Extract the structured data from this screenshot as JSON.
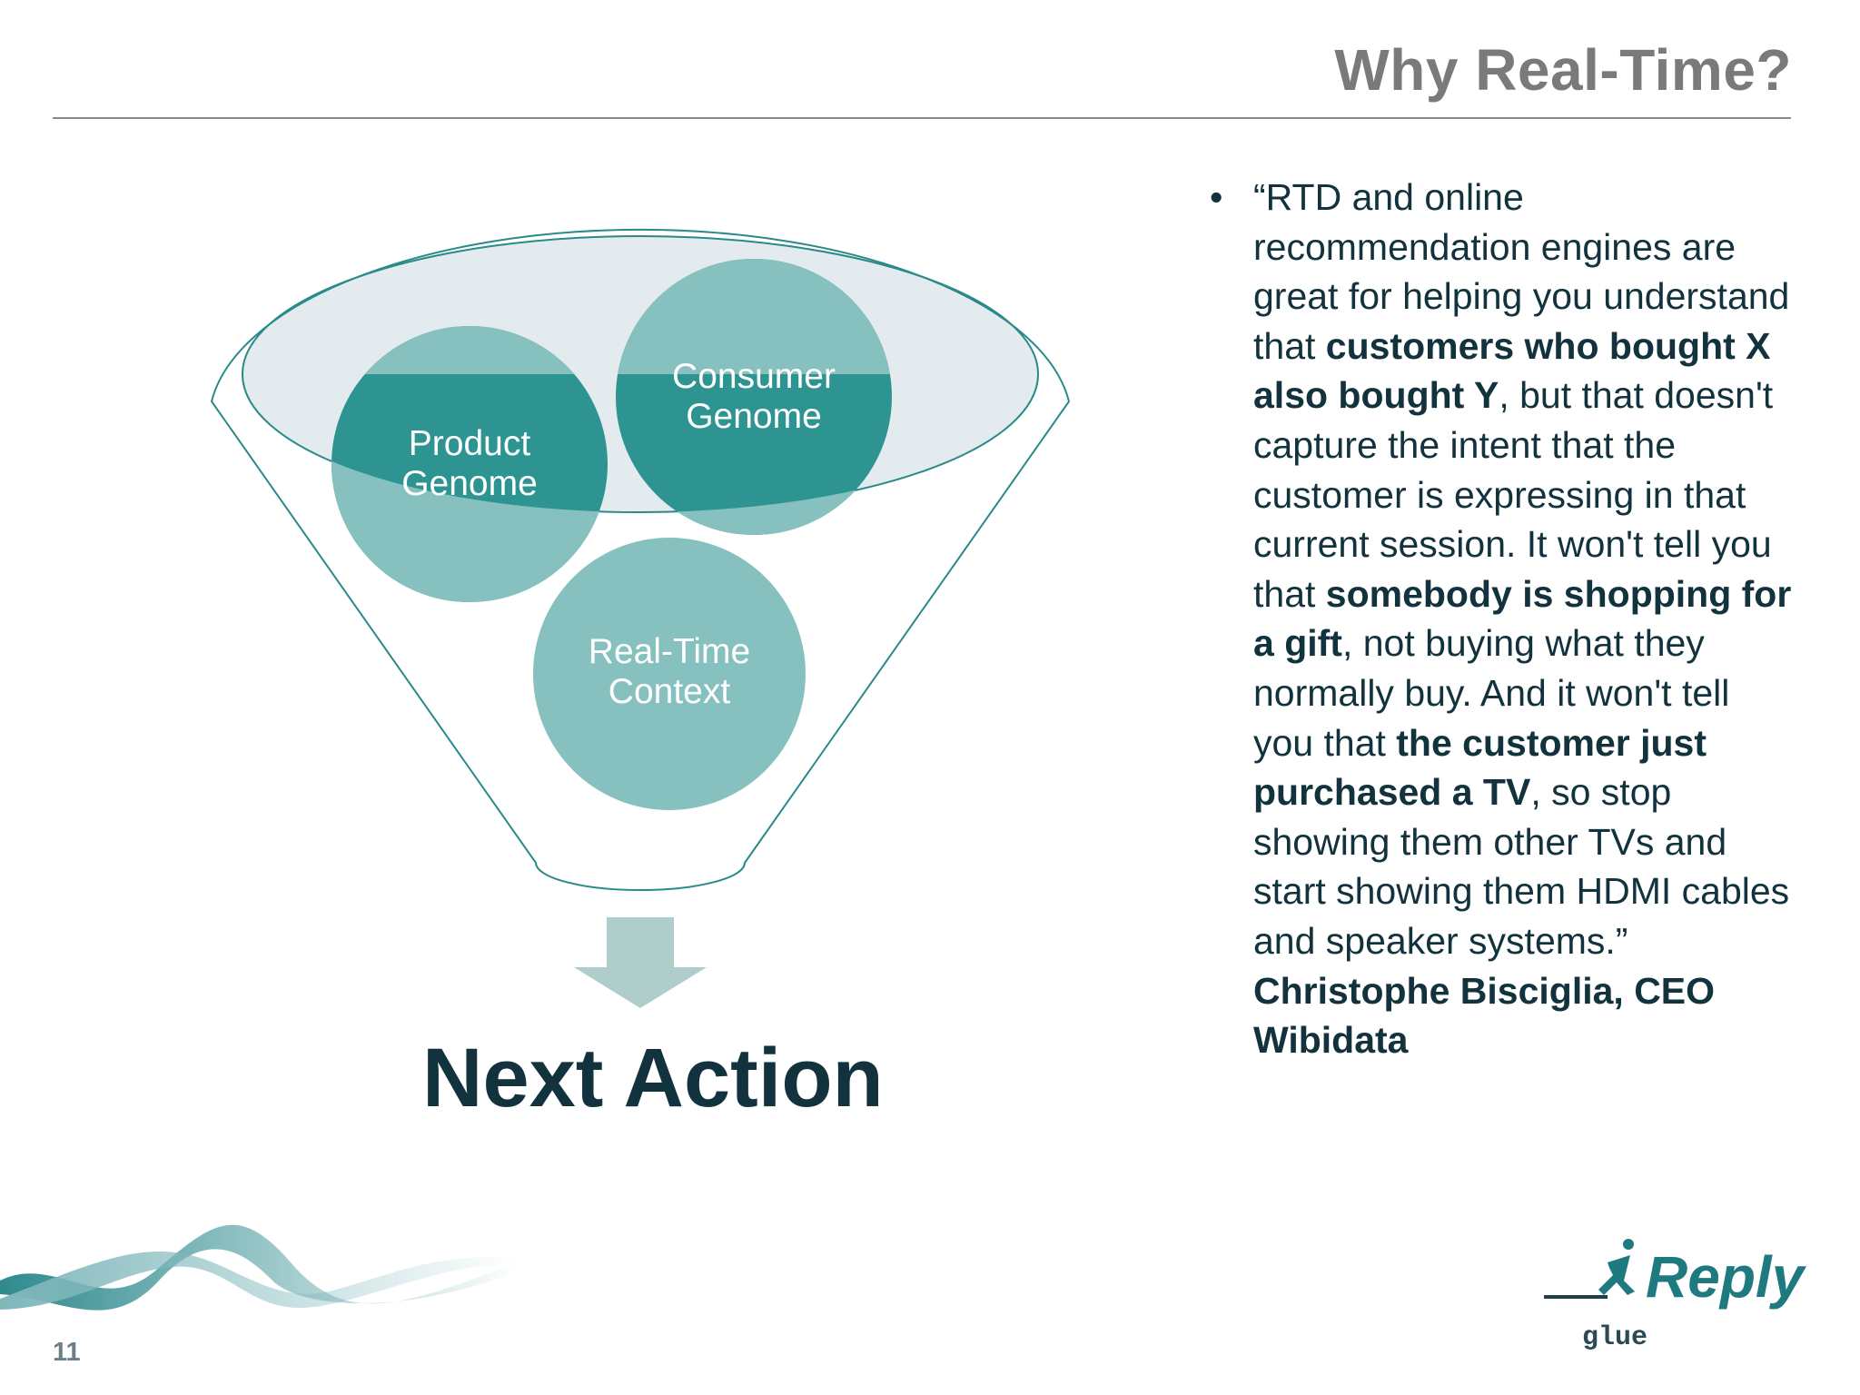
{
  "slide": {
    "title": "Why Real-Time?",
    "page_number": "11"
  },
  "diagram": {
    "circles": [
      {
        "label_line1": "Product",
        "label_line2": "Genome"
      },
      {
        "label_line1": "Consumer",
        "label_line2": "Genome"
      },
      {
        "label_line1": "Real-Time",
        "label_line2": "Context"
      }
    ],
    "result": "Next Action"
  },
  "quote": {
    "bullet": "•",
    "segments": [
      "“RTD and online recommendation engines are great for helping you understand that ",
      "customers who bought X also bought Y",
      ", but that doesn't capture the intent that the customer is expressing in that current session. It won't tell you that ",
      "somebody is shopping for a gift",
      ", not buying what they normally buy. And it won't tell you that ",
      "the customer just purchased a TV",
      ", so stop showing them other TVs and start showing them HDMI cables and speaker systems.” ",
      "Christophe Bisciglia, CEO Wibidata"
    ]
  },
  "logo": {
    "brand": "Reply",
    "sub": "glue",
    "color": "#1f7a80"
  },
  "colors": {
    "teal_dark": "#2e9491",
    "teal_light": "#87c1bf",
    "funnel_stroke": "#2a8a8a",
    "arrow": "#aecdcb",
    "text_dark": "#12323d",
    "title_gray": "#7a7a7a"
  }
}
